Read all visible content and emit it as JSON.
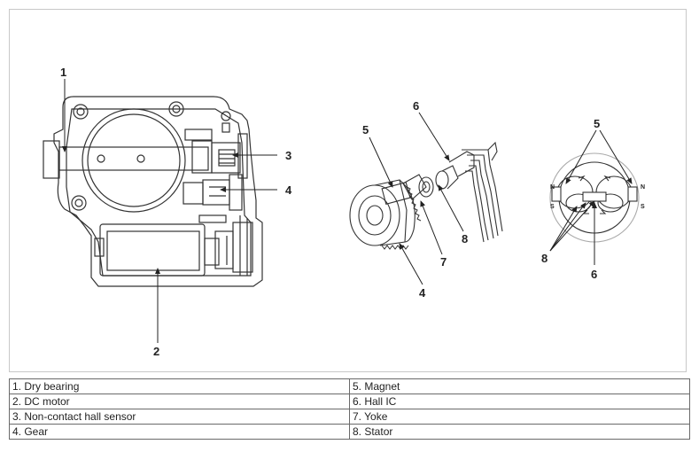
{
  "diagram": {
    "callouts": {
      "left_1": "1",
      "left_2": "2",
      "left_3": "3",
      "left_4": "4",
      "mid_4": "4",
      "mid_5": "5",
      "mid_6": "6",
      "mid_7": "7",
      "mid_8": "8",
      "right_5": "5",
      "right_6": "6",
      "right_8": "8"
    },
    "pole_labels": {
      "left_n": "N",
      "left_s": "S",
      "right_n": "N",
      "right_s": "S"
    }
  },
  "legend": {
    "rows": [
      [
        "1. Dry bearing",
        "5. Magnet"
      ],
      [
        "2. DC motor",
        "6. Hall IC"
      ],
      [
        "3. Non-contact hall sensor",
        "7. Yoke"
      ],
      [
        "4. Gear",
        "8. Stator"
      ]
    ]
  }
}
